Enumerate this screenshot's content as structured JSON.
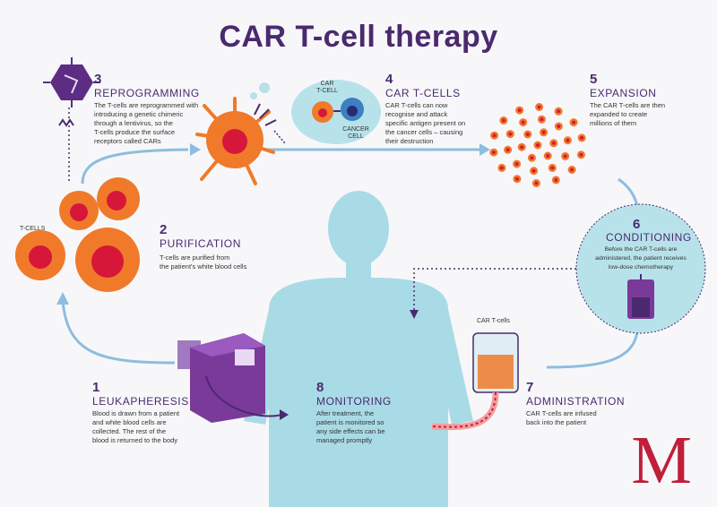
{
  "title": "CAR T-cell therapy",
  "steps": {
    "s3": {
      "num": "3",
      "heading": "REPROGRAMMING",
      "lines": [
        "The T-cells are reprogrammed with",
        "introducing a genetic chimeric",
        "through a lentivirus, so the",
        "T-cells produce the surface",
        "receptors called CARs"
      ]
    },
    "s4": {
      "num": "4",
      "heading": "CAR T-CELLS",
      "lines": [
        "CAR T-cells can now",
        "recognise and attack",
        "specific antigen present on",
        "the cancer cells – causing",
        "their destruction"
      ]
    },
    "s5": {
      "num": "5",
      "heading": "EXPANSION",
      "lines": [
        "The CAR T-cells are then",
        "expanded to create",
        "millions of them"
      ]
    },
    "s2": {
      "num": "2",
      "heading": "PURIFICATION",
      "lines": [
        "T-cells are purified from",
        "the patient's white blood cells"
      ]
    },
    "s6": {
      "num": "6",
      "heading": "CONDITIONING",
      "lines": [
        "Before the CAR T-cells are",
        "administered, the patient receives",
        "low-dose chemotherapy"
      ]
    },
    "s1": {
      "num": "1",
      "heading": "LEUKAPHERESIS",
      "lines": [
        "Blood is drawn from a patient",
        "and white blood cells are",
        "collected. The rest of the",
        "blood is returned to the body"
      ]
    },
    "s8": {
      "num": "8",
      "heading": "MONITORING",
      "lines": [
        "After treatment, the",
        "patient is monitored so",
        "any side effects can be",
        "managed promptly"
      ]
    },
    "s7": {
      "num": "7",
      "heading": "ADMINISTRATION",
      "lines": [
        "CAR T-cells are infused",
        "back into the patient"
      ]
    }
  },
  "labels": {
    "t_cells": "T-CELLS",
    "car_tcell": [
      "CAR",
      "T-CELL"
    ],
    "cancer_cell": [
      "CANCER",
      "CELL"
    ],
    "car_t_cells_bag": "CAR T-cells"
  },
  "logo": "M",
  "colors": {
    "purple": "#4a2a6e",
    "orange": "#f07a2a",
    "red": "#d7173a",
    "light_blue": "#a9dbe6",
    "arrow_blue": "#7fb3d8",
    "logo_red": "#c01e3a"
  }
}
